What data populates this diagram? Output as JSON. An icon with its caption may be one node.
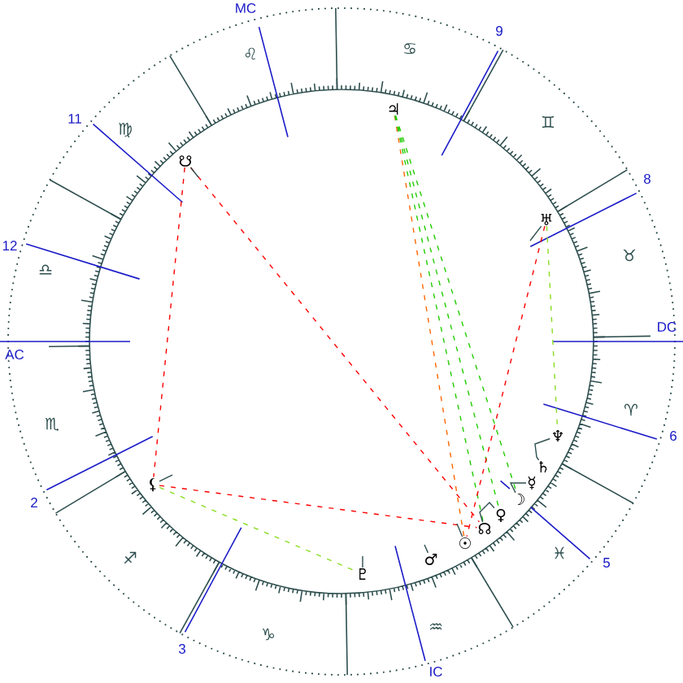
{
  "diagram": {
    "nodes": [
      {
        "text": [
          "♃"
        ]
      },
      {
        "text": [
          "☋"
        ]
      },
      {
        "text": [
          "♅"
        ]
      },
      {
        "text": [
          "♆"
        ]
      },
      {
        "text": [
          "♄"
        ]
      },
      {
        "text": [
          "⚸"
        ]
      },
      {
        "text": [
          "☿"
        ]
      },
      {
        "text": [
          "☽"
        ]
      },
      {
        "text": [
          "♀"
        ]
      },
      {
        "text": [
          "☊"
        ]
      },
      {
        "text": [
          "☉"
        ]
      },
      {
        "text": [
          "♂"
        ]
      },
      {
        "text": [
          "♇"
        ]
      }
    ],
    "edges": [
      {
        "from": 1,
        "to": 5,
        "arrow": "none",
        "style": "dashed",
        "color": "#ff0000"
      },
      {
        "from": 1,
        "to": 9,
        "arrow": "none",
        "style": "dashed",
        "color": "#ff0000"
      },
      {
        "from": 5,
        "to": 9,
        "arrow": "none",
        "style": "dashed",
        "color": "#ff0000"
      },
      {
        "from": 5,
        "to": 12,
        "arrow": "none",
        "style": "dashed",
        "color": "#88dd22"
      },
      {
        "from": 0,
        "to": 10,
        "arrow": "none",
        "style": "dashed",
        "color": "#ff6600"
      },
      {
        "from": 0,
        "to": 9,
        "arrow": "none",
        "style": "dashed",
        "color": "#22cc00"
      },
      {
        "from": 0,
        "to": 8,
        "arrow": "none",
        "style": "dashed",
        "color": "#22cc00"
      },
      {
        "from": 0,
        "to": 7,
        "arrow": "none",
        "style": "dashed",
        "color": "#22cc00"
      },
      {
        "from": 2,
        "to": 10,
        "arrow": "none",
        "style": "dashed",
        "color": "#ff0000"
      },
      {
        "from": 2,
        "to": 3,
        "arrow": "none",
        "style": "dashed",
        "color": "#88dd22"
      },
      {
        "from": 1,
        "to": null,
        "arrow": "none"
      },
      {
        "from": 2,
        "to": null,
        "arrow": "none"
      },
      {
        "from": 3,
        "to": 4,
        "arrow": "none"
      },
      {
        "from": 5,
        "to": null,
        "arrow": "none"
      },
      {
        "from": 6,
        "to": 7,
        "arrow": "none"
      },
      {
        "from": 9,
        "to": 8,
        "arrow": "none"
      },
      {
        "from": 10,
        "to": null,
        "arrow": "none"
      },
      {
        "from": 11,
        "to": null,
        "arrow": "none"
      },
      {
        "from": 12,
        "to": null,
        "arrow": "none"
      }
    ],
    "labels": [
      "MC",
      "9",
      "♋",
      "♌",
      "11",
      "♊",
      "♍",
      "8",
      "12",
      "♉",
      "♎",
      "DC",
      "AC",
      "♈",
      "♏",
      "6",
      "2",
      "♓",
      "♐",
      "5",
      "♒",
      "♑",
      "3",
      "IC"
    ]
  }
}
